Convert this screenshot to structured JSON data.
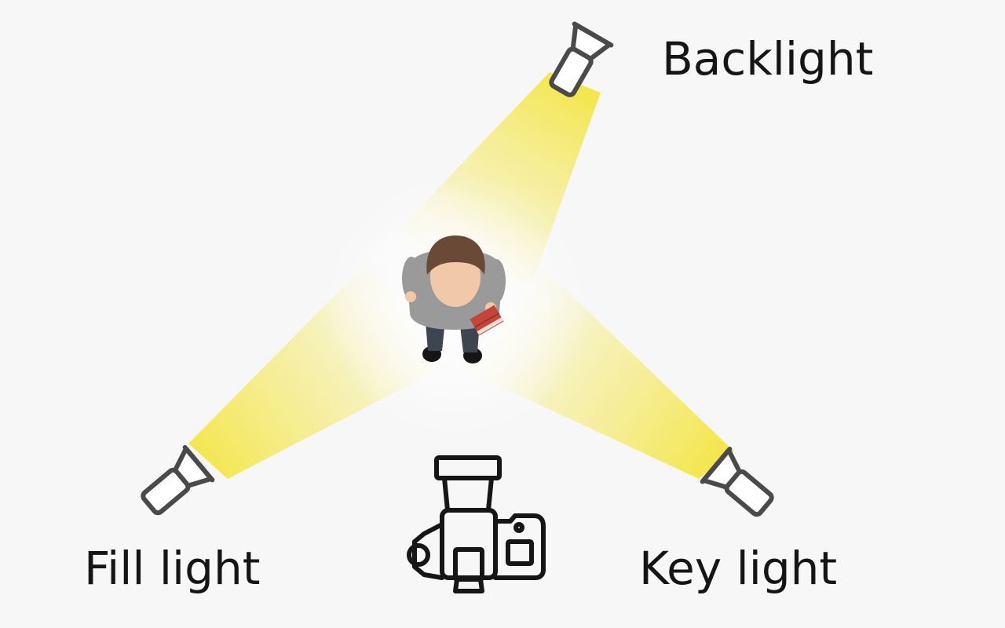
{
  "labels": {
    "backlight": "Backlight",
    "fill_light": "Fill light",
    "key_light": "Key light"
  },
  "colors": {
    "beam": "#f3e438",
    "fixture_stroke": "#4a4a4a",
    "camera_stroke": "#161616",
    "hair": "#6a4a36",
    "skin": "#f2c9a8",
    "shirt": "#9a9a9a",
    "pants": "#3d4650",
    "book": "#c4463a",
    "text": "#151515",
    "background": "#f7f7f7"
  },
  "icons": {
    "backlight": "spotlight-icon",
    "fill_light": "spotlight-icon",
    "key_light": "spotlight-icon",
    "camera": "camera-icon",
    "subject": "person-topdown-icon"
  }
}
